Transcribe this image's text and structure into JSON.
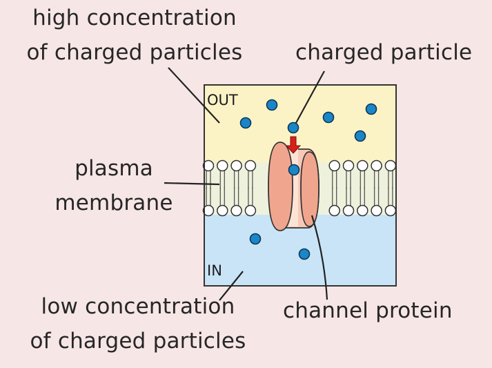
{
  "labels": {
    "high_concentration_line1": "high concentration",
    "high_concentration_line2": "of charged particles",
    "charged_particle": "charged particle",
    "plasma_line1": "plasma",
    "plasma_line2": "membrane",
    "low_concentration_line1": "low concentration",
    "low_concentration_line2": "of charged particles",
    "channel_protein": "channel protein",
    "out": "OUT",
    "in": "IN"
  },
  "colors": {
    "background": "#f7e6e6",
    "outside": "#fbf3c5",
    "inside": "#c9e4f7",
    "membrane_band": "#eef2dc",
    "particle": "#1a86c7",
    "protein_outer": "#f0a68e",
    "protein_inner": "#f8c8b7",
    "arrow": "#d8201a"
  },
  "icons": [
    "charged-particle-dot",
    "red-down-arrow",
    "lipid-head-circle"
  ]
}
